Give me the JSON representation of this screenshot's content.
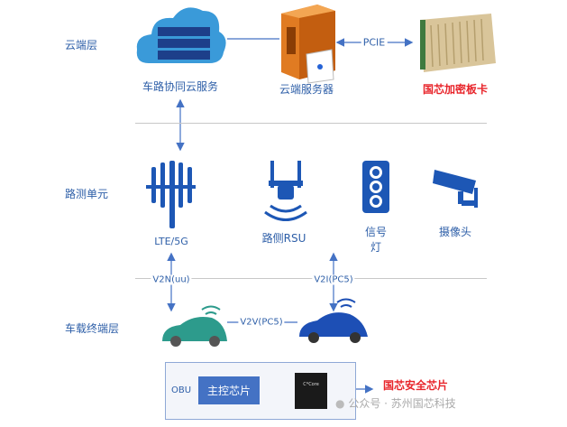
{
  "layers": {
    "cloud": "云端层",
    "road": "路测单元",
    "vehicle": "车载终端层"
  },
  "cloud": {
    "service": "车路协同云服务",
    "server": "云端服务器",
    "card": "国芯加密板卡",
    "link": "PCIE"
  },
  "road": {
    "lte": "LTE/5G",
    "rsu": "路侧RSU",
    "signal": "信号\n灯",
    "signal_line1": "信号",
    "signal_line2": "灯",
    "camera": "摄像头"
  },
  "links": {
    "v2n": "V2N(uu)",
    "v2i": "V2I(PC5)",
    "v2v": "V2V(PC5)"
  },
  "obu": {
    "label": "OBU",
    "main_chip": "主控芯片",
    "chip_brand": "C*Core",
    "secure_chip": "国芯安全芯片"
  },
  "watermark": "公众号 · 苏州国芯科技",
  "colors": {
    "blue": "#2e5fa8",
    "red": "#e8242a",
    "accent": "#4472c4"
  }
}
